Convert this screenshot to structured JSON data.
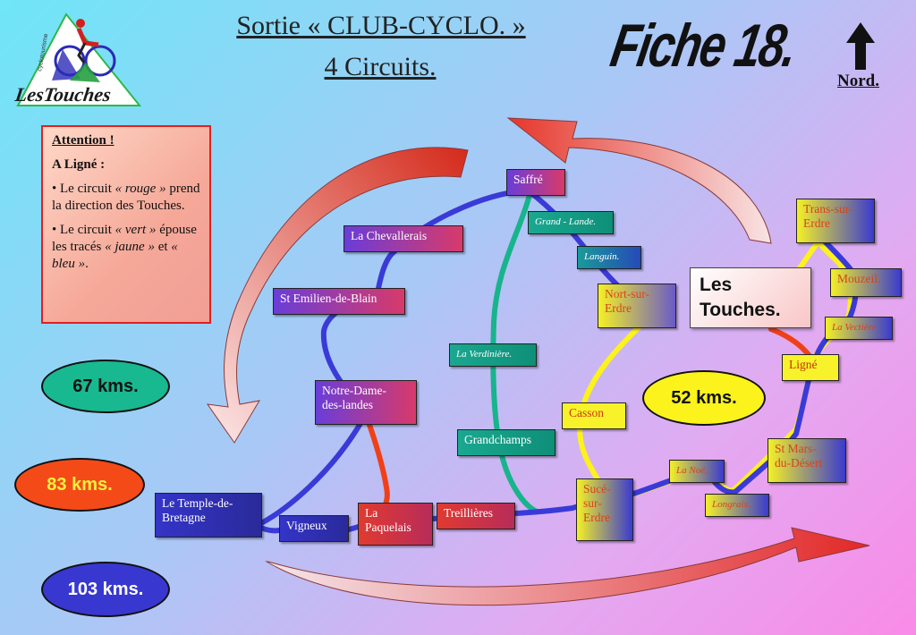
{
  "header": {
    "title_line1": "Sortie « CLUB-CYCLO. »",
    "title_line2": "4 Circuits.",
    "fiche": "Fiche 18.",
    "north_label": "Nord."
  },
  "logo": {
    "arc_text": "cyclotourisme",
    "text": "LesTouches"
  },
  "attention_box": {
    "heading": "Attention !",
    "location": "A Ligné :",
    "bullet1_pre": "• Le circuit ",
    "bullet1_em": "« rouge »",
    "bullet1_post": " prend la direction des Touches.",
    "bullet2_pre": "• Le circuit ",
    "bullet2_em": "« vert »",
    "bullet2_mid": " épouse les tracés ",
    "bullet2_em2": "« jaune »",
    "bullet2_and": " et ",
    "bullet2_em3": "« bleu »",
    "bullet2_end": "."
  },
  "distances": {
    "green": "67 kms.",
    "red": "83 kms.",
    "blue": "103 kms.",
    "yellow": "52 kms."
  },
  "towns": {
    "saffre": "Saffré",
    "grand_lande": "Grand - Lande.",
    "languin": "Languin.",
    "nort_sur_erdre_1": "Nort-sur-",
    "nort_sur_erdre_2": "Erdre",
    "la_chevallerais": "La Chevallerais",
    "st_emilien": "St Emilien-de-Blain",
    "la_verdiniere": "La Verdinière.",
    "notre_dame_1": "Notre-Dame-",
    "notre_dame_2": "des-landes",
    "grandchamps": "Grandchamps",
    "le_temple_1": "Le Temple-de-",
    "le_temple_2": "Bretagne",
    "vigneux": "Vigneux",
    "la_paquelais_1": "La",
    "la_paquelais_2": "Paquelais",
    "treillieres": "Treillières",
    "suce_1": "Sucé-",
    "suce_2": "sur-",
    "suce_3": "Erdre",
    "casson": "Casson",
    "la_noe": "La Noë.",
    "longrais": "Longrais.",
    "st_mars_1": "St Mars-",
    "st_mars_2": "du-Désert",
    "ligne": "Ligné",
    "la_vectiere": "La Vectière.",
    "mouzeil": "Mouzeil.",
    "trans_1": "Trans-sur-",
    "trans_2": "Erdre",
    "les_touches_1": "Les",
    "les_touches_2": "Touches."
  },
  "colors": {
    "blue_route": "#3a3ad8",
    "green_route": "#18b48c",
    "yellow_route": "#fcf21c",
    "red_route": "#f04018"
  }
}
